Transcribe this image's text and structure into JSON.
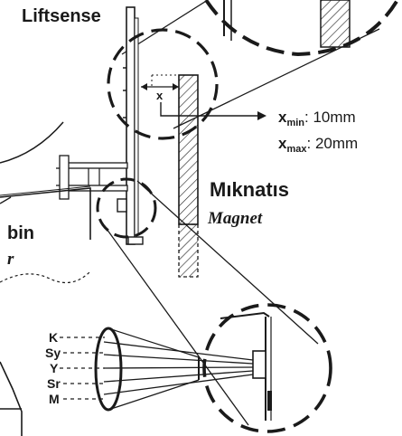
{
  "labels": {
    "liftsense": "Liftsense",
    "x_marker": "x",
    "x_min_base": "x",
    "x_min_sub": "min",
    "x_min_value": ": 10mm",
    "x_max_base": "x",
    "x_max_sub": "max",
    "x_max_value": ": 20mm",
    "miknatis": "Mıknatıs",
    "magnet": "Magnet",
    "kabin_fragment": "bin",
    "cabin_fragment": "r"
  },
  "wires": [
    "K",
    "Sy",
    "Y",
    "Sr",
    "M"
  ],
  "colors": {
    "ink": "#1a1a1a",
    "background": "#ffffff",
    "hatch": "#1a1a1a"
  }
}
